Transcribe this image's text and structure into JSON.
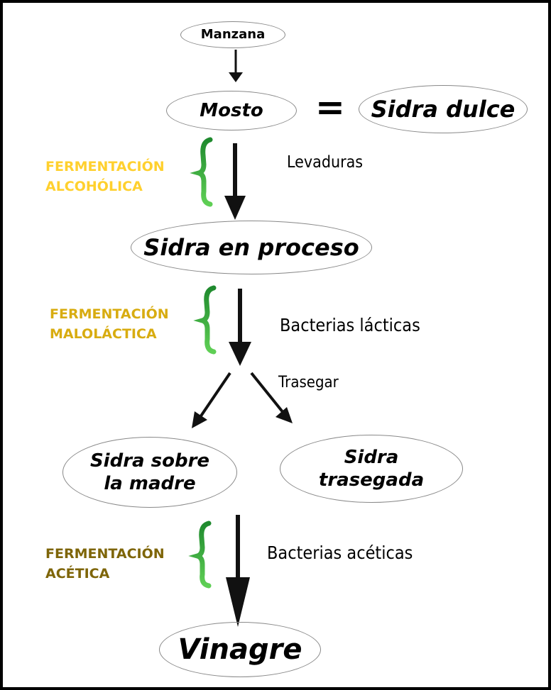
{
  "nodes": {
    "manzana": "Manzana",
    "mosto": "Mosto",
    "equals": "=",
    "sidra_dulce": "Sidra dulce",
    "sidra_en_proceso": "Sidra en proceso",
    "sidra_sobre_madre_1": "Sidra sobre",
    "sidra_sobre_madre_2": "la madre",
    "sidra_trasegada_1": "Sidra",
    "sidra_trasegada_2": "trasegada",
    "vinagre": "Vinagre"
  },
  "agents": {
    "levaduras": "Levaduras",
    "bacterias_lacticas": "Bacterias lácticas",
    "trasegar": "Trasegar",
    "bacterias_aceticas": "Bacterias acéticas"
  },
  "stages": [
    {
      "line1": "FERMENTACIÓN",
      "line2": "ALCOHÓLICA",
      "color": "#FFD02E"
    },
    {
      "line1": "FERMENTACIÓN",
      "line2": "MALOLÁCTICA",
      "color": "#D8AC10"
    },
    {
      "line1": "FERMENTACIÓN",
      "line2": "ACÉTICA",
      "color": "#7E6508"
    }
  ],
  "colors": {
    "brace": "#2E9E3A",
    "arrow": "#111111"
  }
}
